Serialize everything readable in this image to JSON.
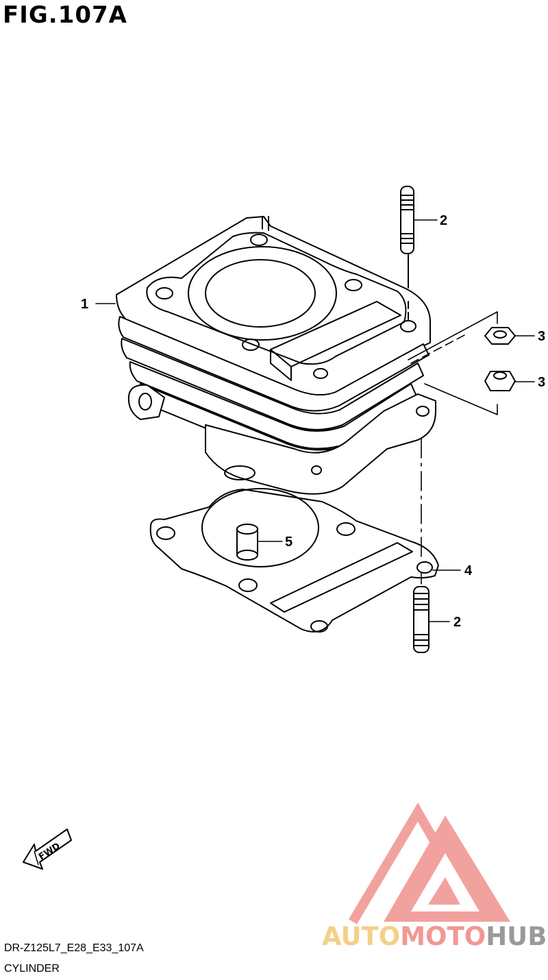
{
  "figure": {
    "title": "FIG.107A",
    "code": "DR-Z125L7_E28_E33_107A",
    "name": "CYLINDER"
  },
  "callouts": [
    {
      "id": "1",
      "label": "1"
    },
    {
      "id": "2-top",
      "label": "2"
    },
    {
      "id": "3-upper",
      "label": "3"
    },
    {
      "id": "3-lower",
      "label": "3"
    },
    {
      "id": "5",
      "label": "5"
    },
    {
      "id": "4",
      "label": "4"
    },
    {
      "id": "2-bottom",
      "label": "2"
    }
  ],
  "fwd_arrow": {
    "label": "FWD"
  },
  "watermark": {
    "part1": "AUTO",
    "part2": "MOTO",
    "part3": "HUB",
    "colors": {
      "auto": "#f5cf8a",
      "moto": "#f19894",
      "hub": "#9a9a9a",
      "triangle": "#f19894"
    }
  }
}
